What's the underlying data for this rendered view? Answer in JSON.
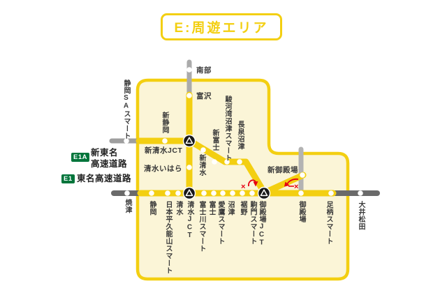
{
  "title": "E:周遊エリア",
  "legend": {
    "shin_tomei": {
      "badge": "E1A",
      "name_line1": "新東名",
      "name_line2": "高速道路"
    },
    "tomei": {
      "badge": "E1",
      "name": "東名高速道路"
    }
  },
  "stations": {
    "nanbu": "南部",
    "tomizawa": "富沢",
    "shizuoka_sa_smart": "静岡SAスマート",
    "shin_shizuoka": "新静岡",
    "shin_shimizu_jct": "新清水JCT",
    "shimizu_ihara": "清水いはら",
    "shin_shimizu": "新清水",
    "shin_fuji": "新富士",
    "surugawan_numazu_smart": "駿河湾沼津スマート",
    "nagaizumi_numazu": "長泉沼津",
    "shin_gotemba": "新御殿場",
    "yaizu": "焼津",
    "shizuoka": "静岡",
    "nihondaira_kunozan_smart": "日本平久能山スマート",
    "shimizu": "清水",
    "shimizu_jct": "清水JCT",
    "fujikawa_smart": "富士川スマート",
    "fuji": "富士",
    "ashitaka_smart": "愛鷹スマート",
    "numazu": "沼津",
    "susono": "裾野",
    "komakado_smart": "駒門スマート",
    "gotemba_jct": "御殿場JCT",
    "gotemba": "御殿場",
    "ashigara_smart": "足柄スマート",
    "oi_matsuda": "大井松田"
  },
  "symbols": {
    "jct_marker": "triangle-in-black-circle",
    "restriction_x": "×"
  },
  "colors": {
    "road_yellow": "#F3CF11",
    "area_fill": "#FBF5D7",
    "gray_road": "#9E9E9E",
    "gray_road_dark": "#6A6A6A",
    "gray_road_light": "#B3B3B3",
    "badge_green": "#00753B",
    "restriction_red": "#E60012",
    "label_text": "#3A3A3A"
  }
}
